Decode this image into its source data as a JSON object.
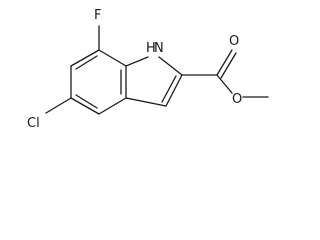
{
  "molecule": {
    "atoms": {
      "fluorine": "F",
      "chlorine": "Cl",
      "nitrogen_h": "H",
      "nitrogen": "N",
      "carbonyl_oxygen": "O",
      "ester_oxygen": "O"
    },
    "colors": {
      "ink": "#1a1a1a",
      "background": "#ffffff"
    }
  }
}
